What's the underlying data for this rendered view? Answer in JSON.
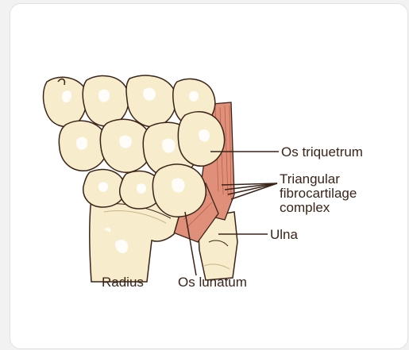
{
  "labels": {
    "os_triquetrum": "Os triquetrum",
    "tfcc_line1": "Triangular",
    "tfcc_line2": "fibrocartilage",
    "tfcc_line3": "complex",
    "ulna": "Ulna",
    "radius": "Radius",
    "os_lunatum": "Os lunatum"
  },
  "colors": {
    "bone_fill": "#f7eccb",
    "bone_shadow": "#efdcaa",
    "outline": "#3a2418",
    "ligament": "#e0907a",
    "label_text": "#3a2418"
  }
}
